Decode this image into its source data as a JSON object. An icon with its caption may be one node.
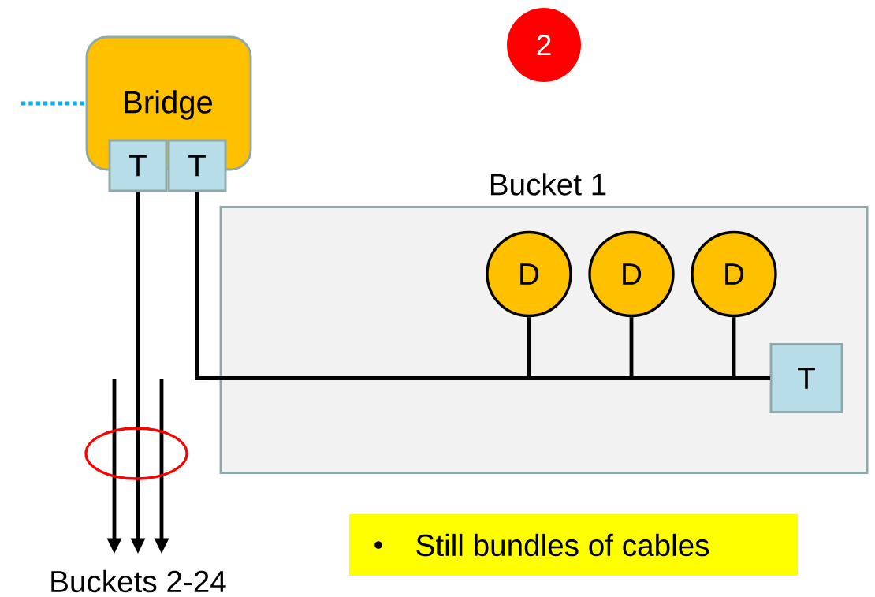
{
  "diagram": {
    "nodes": [
      {
        "text": [
          "2"
        ]
      },
      {
        "text": [
          "Bridge"
        ]
      },
      {
        "text": [
          "T"
        ]
      },
      {
        "text": [
          "T"
        ]
      },
      {
        "text": [
          "Bucket 1"
        ]
      },
      {
        "text": [
          "D"
        ],
        "in": 4
      },
      {
        "text": [
          "D"
        ],
        "in": 4
      },
      {
        "text": [
          "D"
        ],
        "in": 4
      },
      {
        "text": [
          "T"
        ],
        "in": 4
      },
      {
        "text": [
          "Buckets 2-24"
        ]
      },
      {
        "text": [
          "Still bundles of cables"
        ]
      }
    ],
    "edges": [
      {
        "from": null,
        "to": 1,
        "arrow": "none",
        "style": "dashed",
        "color": "#00b0f0"
      },
      {
        "from": 2,
        "to": 9,
        "arrow": "to"
      },
      {
        "from": null,
        "to": 9,
        "arrow": "to"
      },
      {
        "from": null,
        "to": 9,
        "arrow": "to"
      },
      {
        "from": 3,
        "to": 8,
        "arrow": "none"
      },
      {
        "from": 5,
        "to": 8,
        "arrow": "none"
      },
      {
        "from": 6,
        "to": 8,
        "arrow": "none"
      },
      {
        "from": 7,
        "to": 8,
        "arrow": "none"
      }
    ]
  }
}
